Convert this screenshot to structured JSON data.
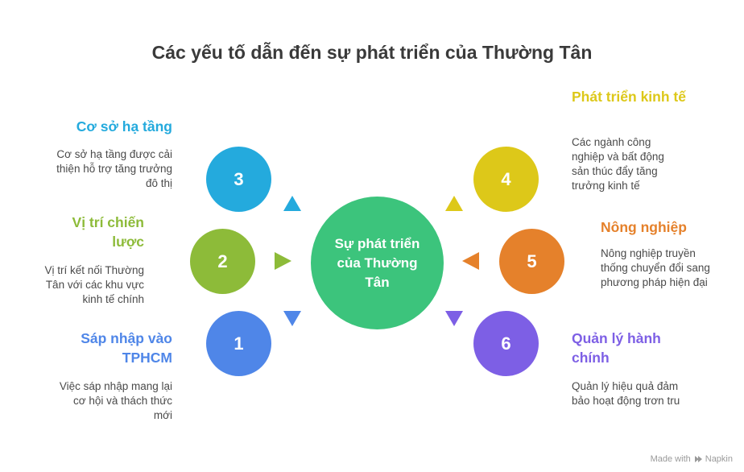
{
  "title": "Các yếu tố dẫn đến sự phát triển của Thường Tân",
  "center": {
    "label": "Sự phát triển của Thường Tân",
    "color": "#3cc47c"
  },
  "nodes": [
    {
      "number": "1",
      "label": "Sáp nhập vào TPHCM",
      "description": "Việc sáp nhập mang lại cơ hội và thách thức mới",
      "color": "#4f86e8"
    },
    {
      "number": "2",
      "label": "Vị trí chiến lược",
      "description": "Vị trí kết nối Thường Tân với các khu vực kinh tế chính",
      "color": "#8dbb39"
    },
    {
      "number": "3",
      "label": "Cơ sở hạ tầng",
      "description": "Cơ sở hạ tầng được cải thiện hỗ trợ tăng trưởng đô thị",
      "color": "#24aadd"
    },
    {
      "number": "4",
      "label": "Phát triển kinh tế",
      "description": "Các ngành công nghiệp và bất động sản thúc đẩy tăng trưởng kinh tế",
      "color": "#ddc819"
    },
    {
      "number": "5",
      "label": "Nông nghiệp",
      "description": "Nông nghiệp truyền thống chuyển đổi sang phương pháp hiện đại",
      "color": "#e5812b"
    },
    {
      "number": "6",
      "label": "Quản lý hành chính",
      "description": "Quản lý hiệu quả đảm bảo hoạt động trơn tru",
      "color": "#7d5fe5"
    }
  ],
  "footer": {
    "made_with": "Made with",
    "brand": "Napkin"
  }
}
